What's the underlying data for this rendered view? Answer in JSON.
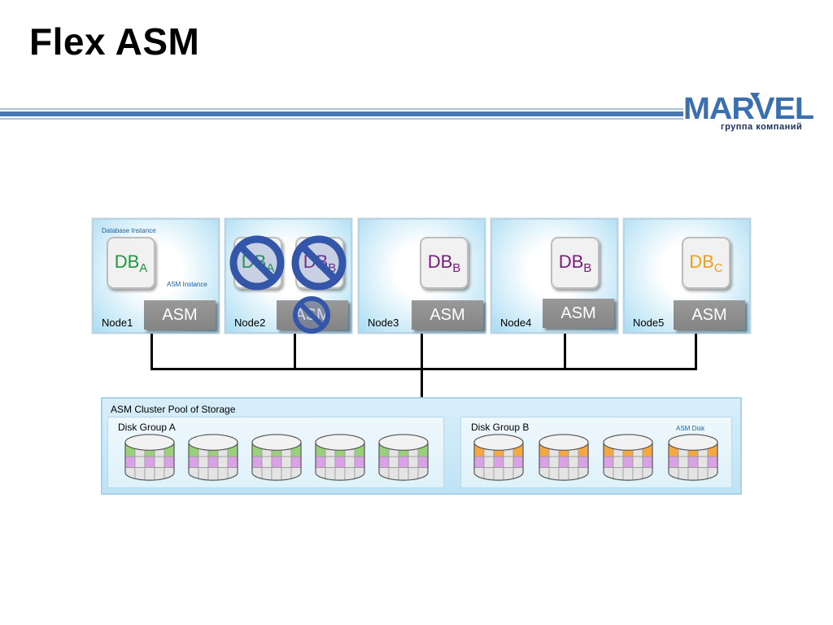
{
  "slide": {
    "title": "Flex ASM"
  },
  "logo": {
    "brand": "MARVEL",
    "tagline": "группа компаний"
  },
  "labels": {
    "database_instance": "Database Instance",
    "asm_instance": "ASM Instance",
    "asm_disk": "ASM Disk"
  },
  "nodes": [
    {
      "name": "Node1",
      "dbs": [
        {
          "db": "DB",
          "sub": "A",
          "color": "#1a9a3a"
        }
      ],
      "asm": "ASM"
    },
    {
      "name": "Node2",
      "dbs": [
        {
          "db": "DB",
          "sub": "A",
          "color": "#1a9a3a"
        },
        {
          "db": "DB",
          "sub": "B",
          "color": "#7a1a7a"
        }
      ],
      "asm": "ASM"
    },
    {
      "name": "Node3",
      "dbs": [
        {
          "db": "DB",
          "sub": "B",
          "color": "#7a1a7a"
        }
      ],
      "asm": "ASM"
    },
    {
      "name": "Node4",
      "dbs": [
        {
          "db": "DB",
          "sub": "B",
          "color": "#7a1a7a"
        }
      ],
      "asm": "ASM"
    },
    {
      "name": "Node5",
      "dbs": [
        {
          "db": "DB",
          "sub": "C",
          "color": "#f0a010"
        }
      ],
      "asm": "ASM"
    }
  ],
  "storage": {
    "pool_label": "ASM Cluster Pool of Storage",
    "group_a": {
      "label": "Disk Group A",
      "disks": 5,
      "color_top": "#9bd07a",
      "color_bottom": "#d9a2e6"
    },
    "group_b": {
      "label": "Disk Group B",
      "disks": 4,
      "color_top": "#f5a840",
      "color_bottom": "#d9a2e6"
    }
  },
  "colors": {
    "ban": "#3356a8",
    "header_bar": "#4a78b4"
  }
}
